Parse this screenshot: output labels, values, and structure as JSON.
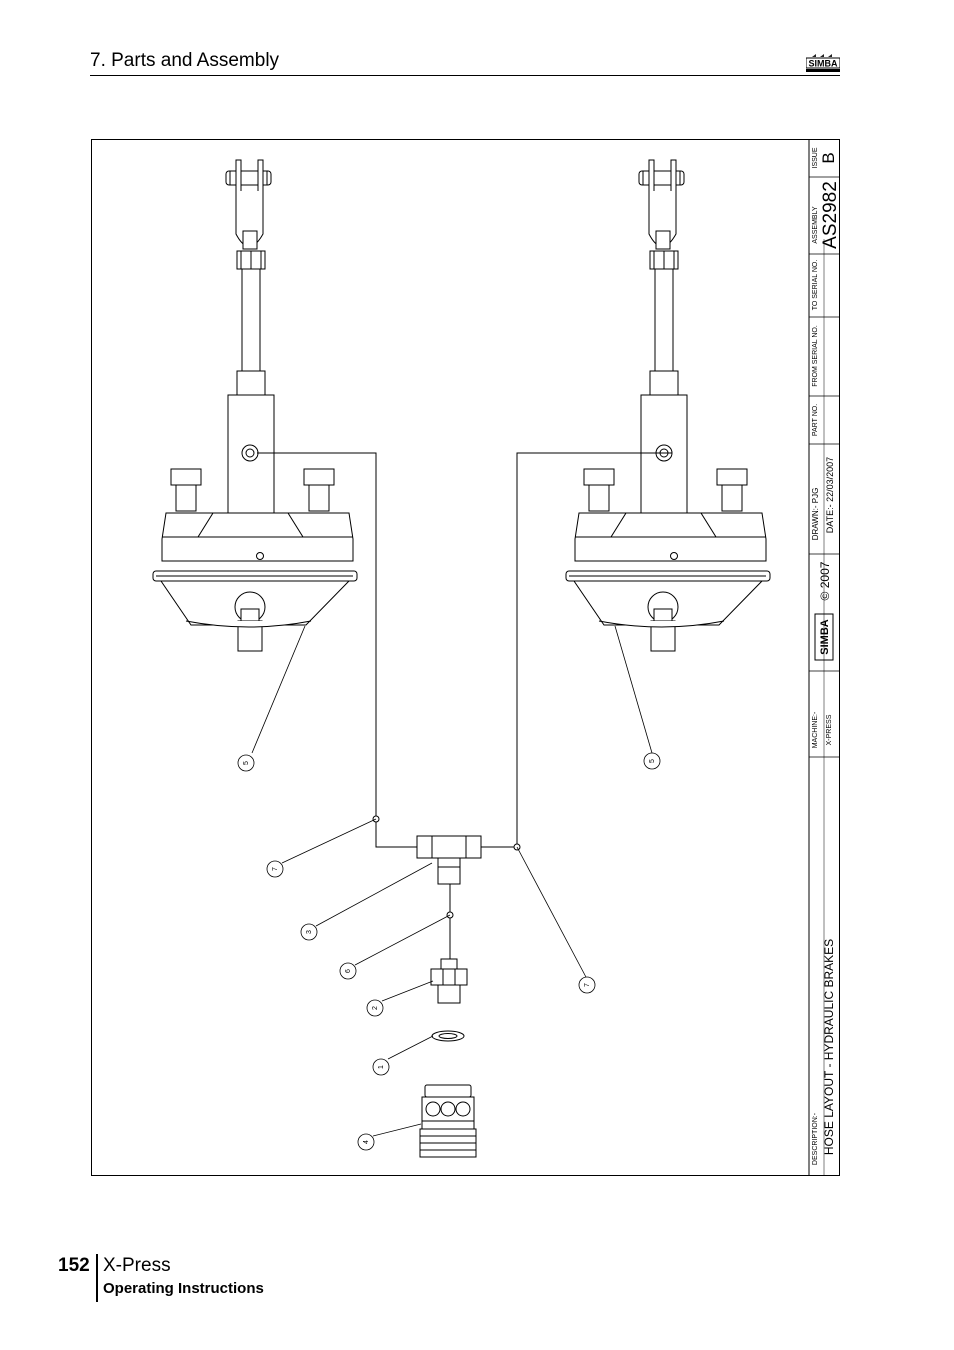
{
  "header": {
    "section_title": "7. Parts and Assembly"
  },
  "drawing": {
    "title_block": {
      "issue_label": "ISSUE",
      "issue_value": "B",
      "assembly_label": "ASSEMBLY",
      "assembly_value": "AS2982",
      "to_serial_label": "TO SERIAL NO.",
      "from_serial_label": "FROM SERIAL NO.",
      "part_no_label": "PART NO.",
      "drawn": "DRAWN:- PJG",
      "date": "DATE:- 22/03/2007",
      "copyright": "© 2007",
      "brand": "SIMBA",
      "machine_label": "MACHINE:-",
      "machine_value": "X-PRESS",
      "description_label": "DESCRIPTION:-",
      "description_value": "HOSE LAYOUT - HYDRAULIC BRAKES"
    },
    "callouts": [
      "5",
      "5",
      "7",
      "3",
      "6",
      "2",
      "1",
      "4",
      "7"
    ]
  },
  "footer": {
    "page_number": "152",
    "product": "X-Press",
    "subtitle": "Operating Instructions"
  }
}
